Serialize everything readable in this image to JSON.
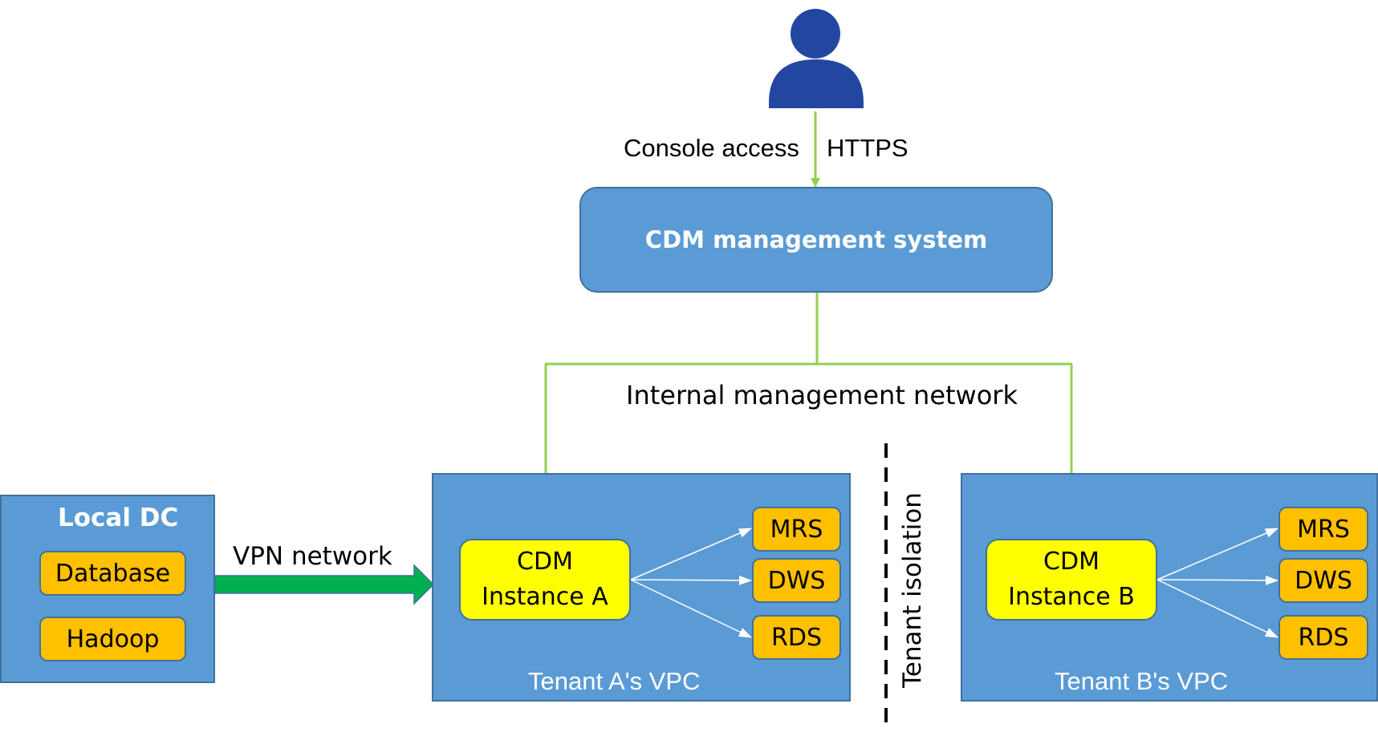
{
  "diagram": {
    "user": {
      "icon": "user-icon",
      "color": "#2347a0"
    },
    "access_labels": {
      "left": "Console access",
      "right": "HTTPS"
    },
    "management_system": {
      "label": "CDM management system"
    },
    "internal_network_label": "Internal management network",
    "local_dc": {
      "title": "Local DC",
      "items": [
        {
          "label": "Database"
        },
        {
          "label": "Hadoop"
        }
      ]
    },
    "vpn_label": "VPN network",
    "tenant_isolation_label": "Tenant isolation",
    "tenants": [
      {
        "vpc_label": "Tenant A's VPC",
        "instance": {
          "line1": "CDM",
          "line2": "Instance A"
        },
        "services": [
          {
            "label": "MRS"
          },
          {
            "label": "DWS"
          },
          {
            "label": "RDS"
          }
        ]
      },
      {
        "vpc_label": "Tenant B's VPC",
        "instance": {
          "line1": "CDM",
          "line2": "Instance B"
        },
        "services": [
          {
            "label": "MRS"
          },
          {
            "label": "DWS"
          },
          {
            "label": "RDS"
          }
        ]
      }
    ],
    "colors": {
      "box_blue": "#5b9bd5",
      "box_border": "#41719c",
      "service_orange": "#ffc000",
      "instance_yellow": "#ffff00",
      "connector_green": "#92d050",
      "vpn_green": "#00b050",
      "user_blue": "#2347a0"
    }
  }
}
